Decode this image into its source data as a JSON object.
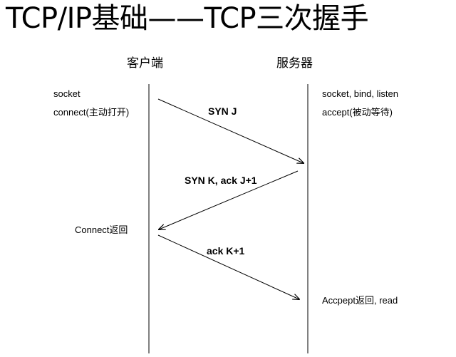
{
  "title": "TCP/IP基础——TCP三次握手",
  "columns": {
    "client": "客户端",
    "server": "服务器"
  },
  "client_labels": {
    "socket": "socket",
    "connect": "connect(主动打开)",
    "connect_return": "Connect返回"
  },
  "server_labels": {
    "socket_bind_listen": "socket, bind, listen",
    "accept": "accept(被动等待)",
    "accept_return": "Accpept返回, read"
  },
  "messages": {
    "syn": "SYN J",
    "syn_ack": "SYN K, ack J+1",
    "ack": "ack K+1"
  }
}
